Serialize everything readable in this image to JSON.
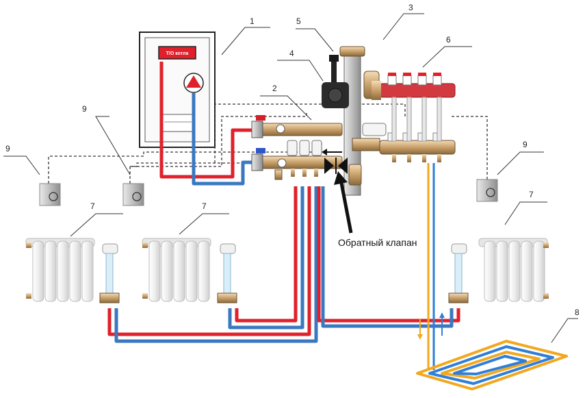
{
  "boiler_label": "Т/О котла",
  "check_valve_label": "Обратный клапан",
  "callouts": {
    "c1": "1",
    "c2": "2",
    "c3": "3",
    "c4": "4",
    "c5": "5",
    "c6": "6",
    "c7a": "7",
    "c7b": "7",
    "c7c": "7",
    "c8": "8",
    "c9a": "9",
    "c9b": "9",
    "c9c": "9"
  },
  "colors": {
    "supply": "#e0212b",
    "return": "#3a78c0",
    "floor_warm": "#f2a81d",
    "floor_cool": "#2f7fd8",
    "brass": "#c9a06a",
    "control_wire": "#333333"
  },
  "icons": [
    "thermostat-icon",
    "pump-icon",
    "check-valve-icon",
    "radiator-icon",
    "manifold-icon",
    "underfloor-loop-icon"
  ]
}
